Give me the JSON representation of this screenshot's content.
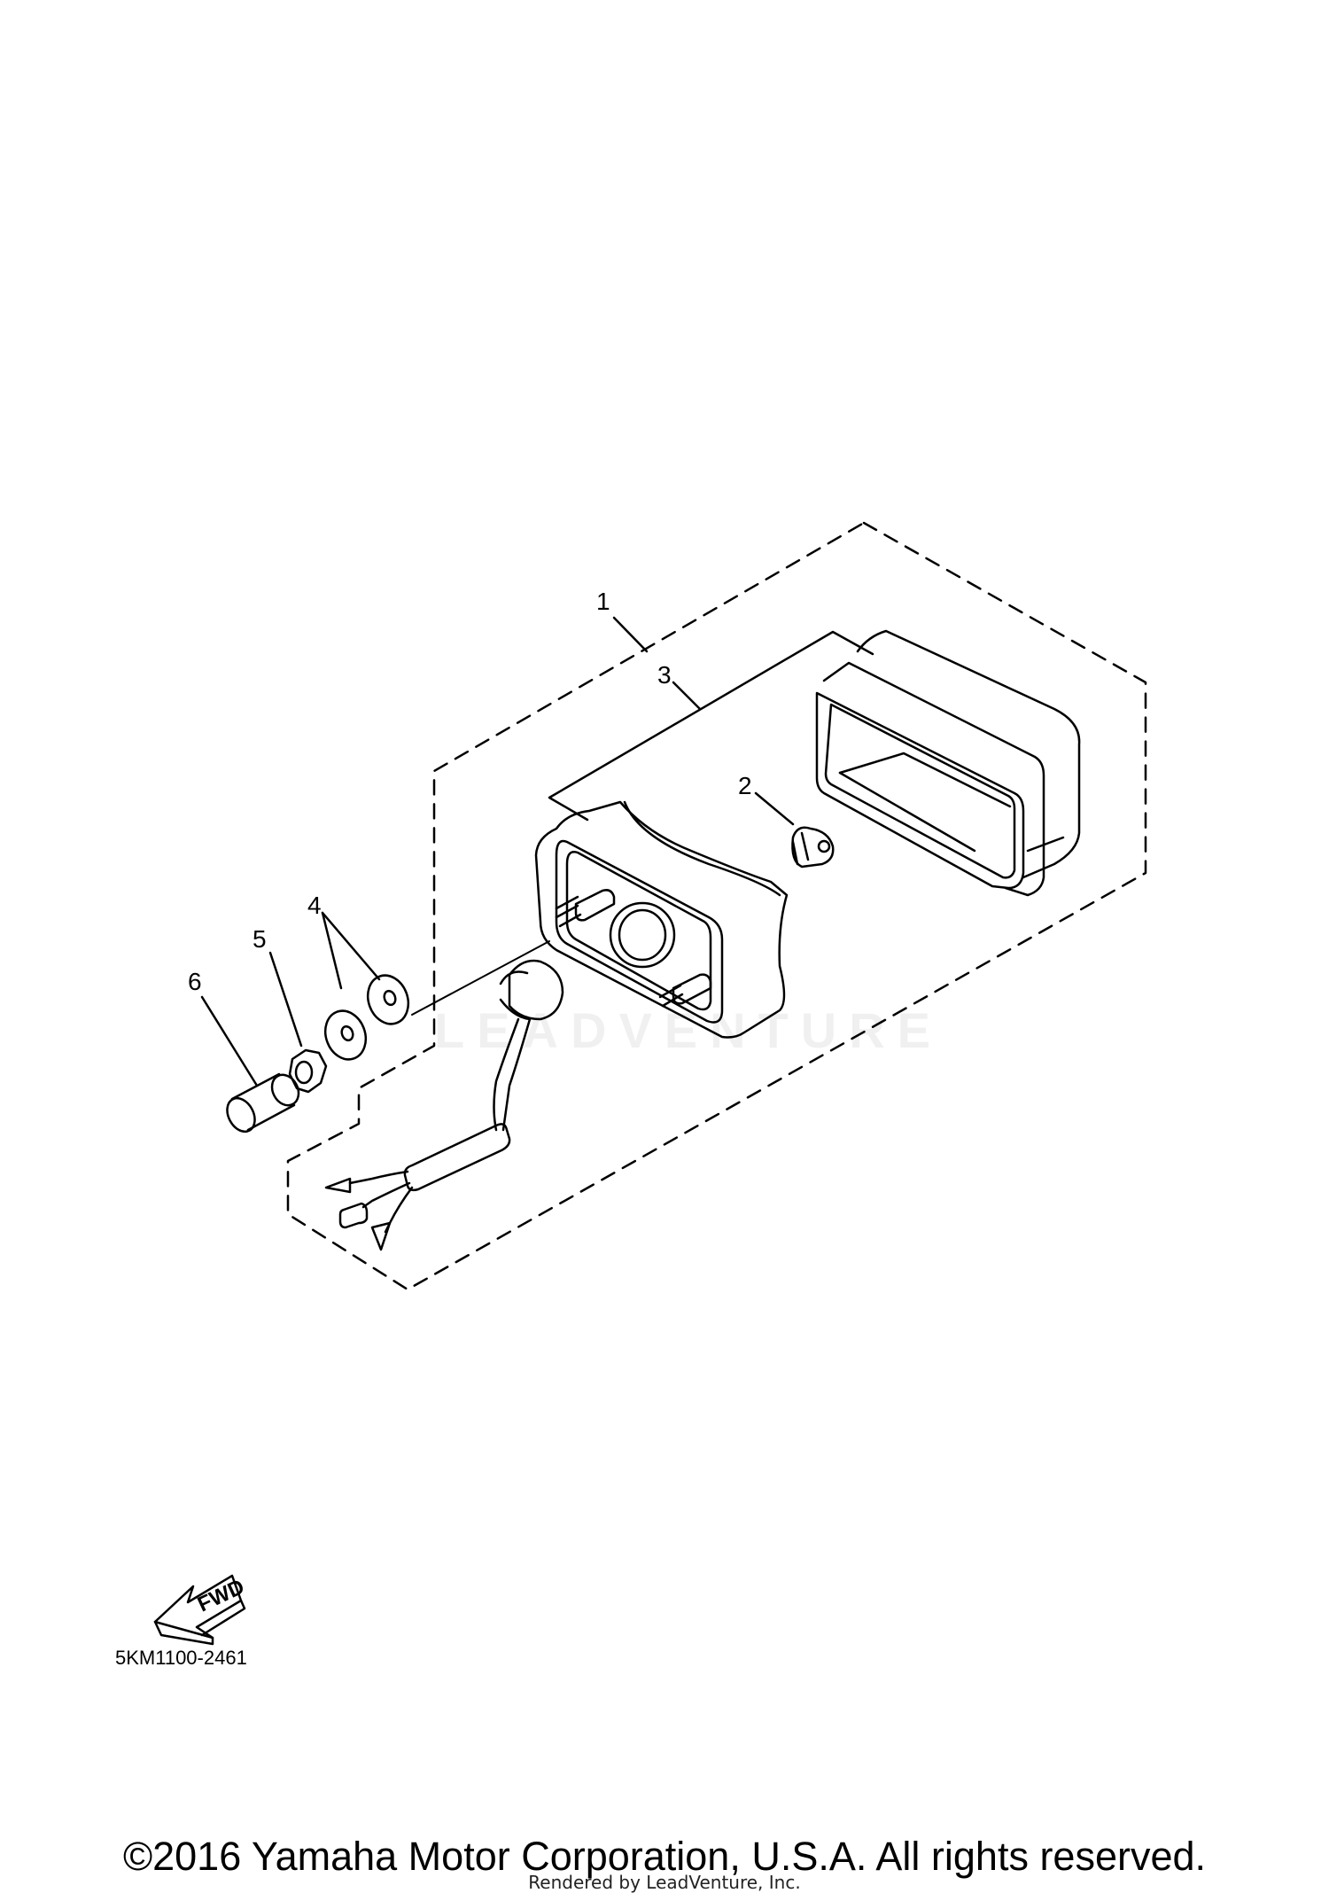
{
  "callouts": {
    "c1": "1",
    "c2": "2",
    "c3": "3",
    "c4": "4",
    "c5": "5",
    "c6": "6"
  },
  "fwd_label": "FWD",
  "diagram_code": "5KM1100-2461",
  "watermark": "LEADVENTURE",
  "copyright": "©2016 Yamaha Motor Corporation, U.S.A. All rights reserved.",
  "rendered_by": "Rendered by LeadVenture, Inc.",
  "colors": {
    "line": "#000000",
    "background": "#ffffff",
    "watermark": "#f0f0f0"
  }
}
